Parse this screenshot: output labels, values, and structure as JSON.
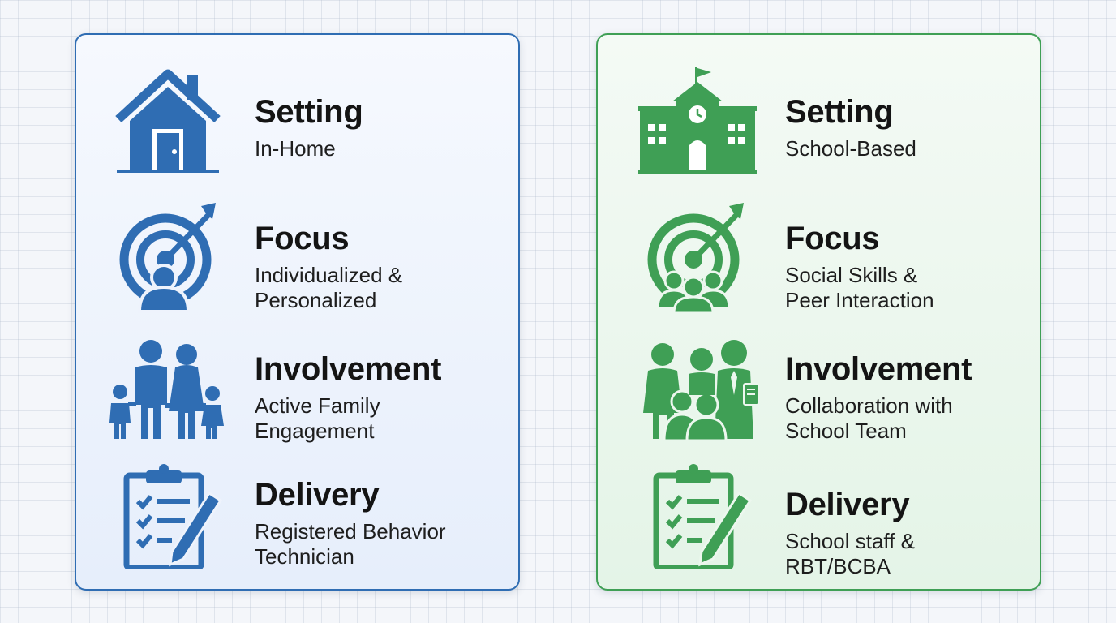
{
  "colors": {
    "left_accent": "#2f6db3",
    "right_accent": "#3f9f55"
  },
  "left": {
    "rows": [
      {
        "icon": "house-icon",
        "title": "Setting",
        "lines": [
          "In-Home"
        ]
      },
      {
        "icon": "target-person-icon",
        "title": "Focus",
        "lines": [
          "Individualized &",
          "Personalized"
        ]
      },
      {
        "icon": "family-icon",
        "title": "Involvement",
        "lines": [
          "Active Family",
          "Engagement"
        ]
      },
      {
        "icon": "clipboard-pencil-icon",
        "title": "Delivery",
        "lines": [
          "Registered Behavior",
          "Technician"
        ]
      }
    ]
  },
  "right": {
    "rows": [
      {
        "icon": "school-building-icon",
        "title": "Setting",
        "lines": [
          "School-Based"
        ]
      },
      {
        "icon": "target-group-icon",
        "title": "Focus",
        "lines": [
          "Social Skills &",
          "Peer Interaction"
        ]
      },
      {
        "icon": "team-icon",
        "title": "Involvement",
        "lines": [
          "Collaboration with",
          "School Team"
        ]
      },
      {
        "icon": "clipboard-pencil-icon",
        "title": "Delivery",
        "lines": [
          "School staff &",
          "RBT/BCBA"
        ]
      }
    ]
  }
}
